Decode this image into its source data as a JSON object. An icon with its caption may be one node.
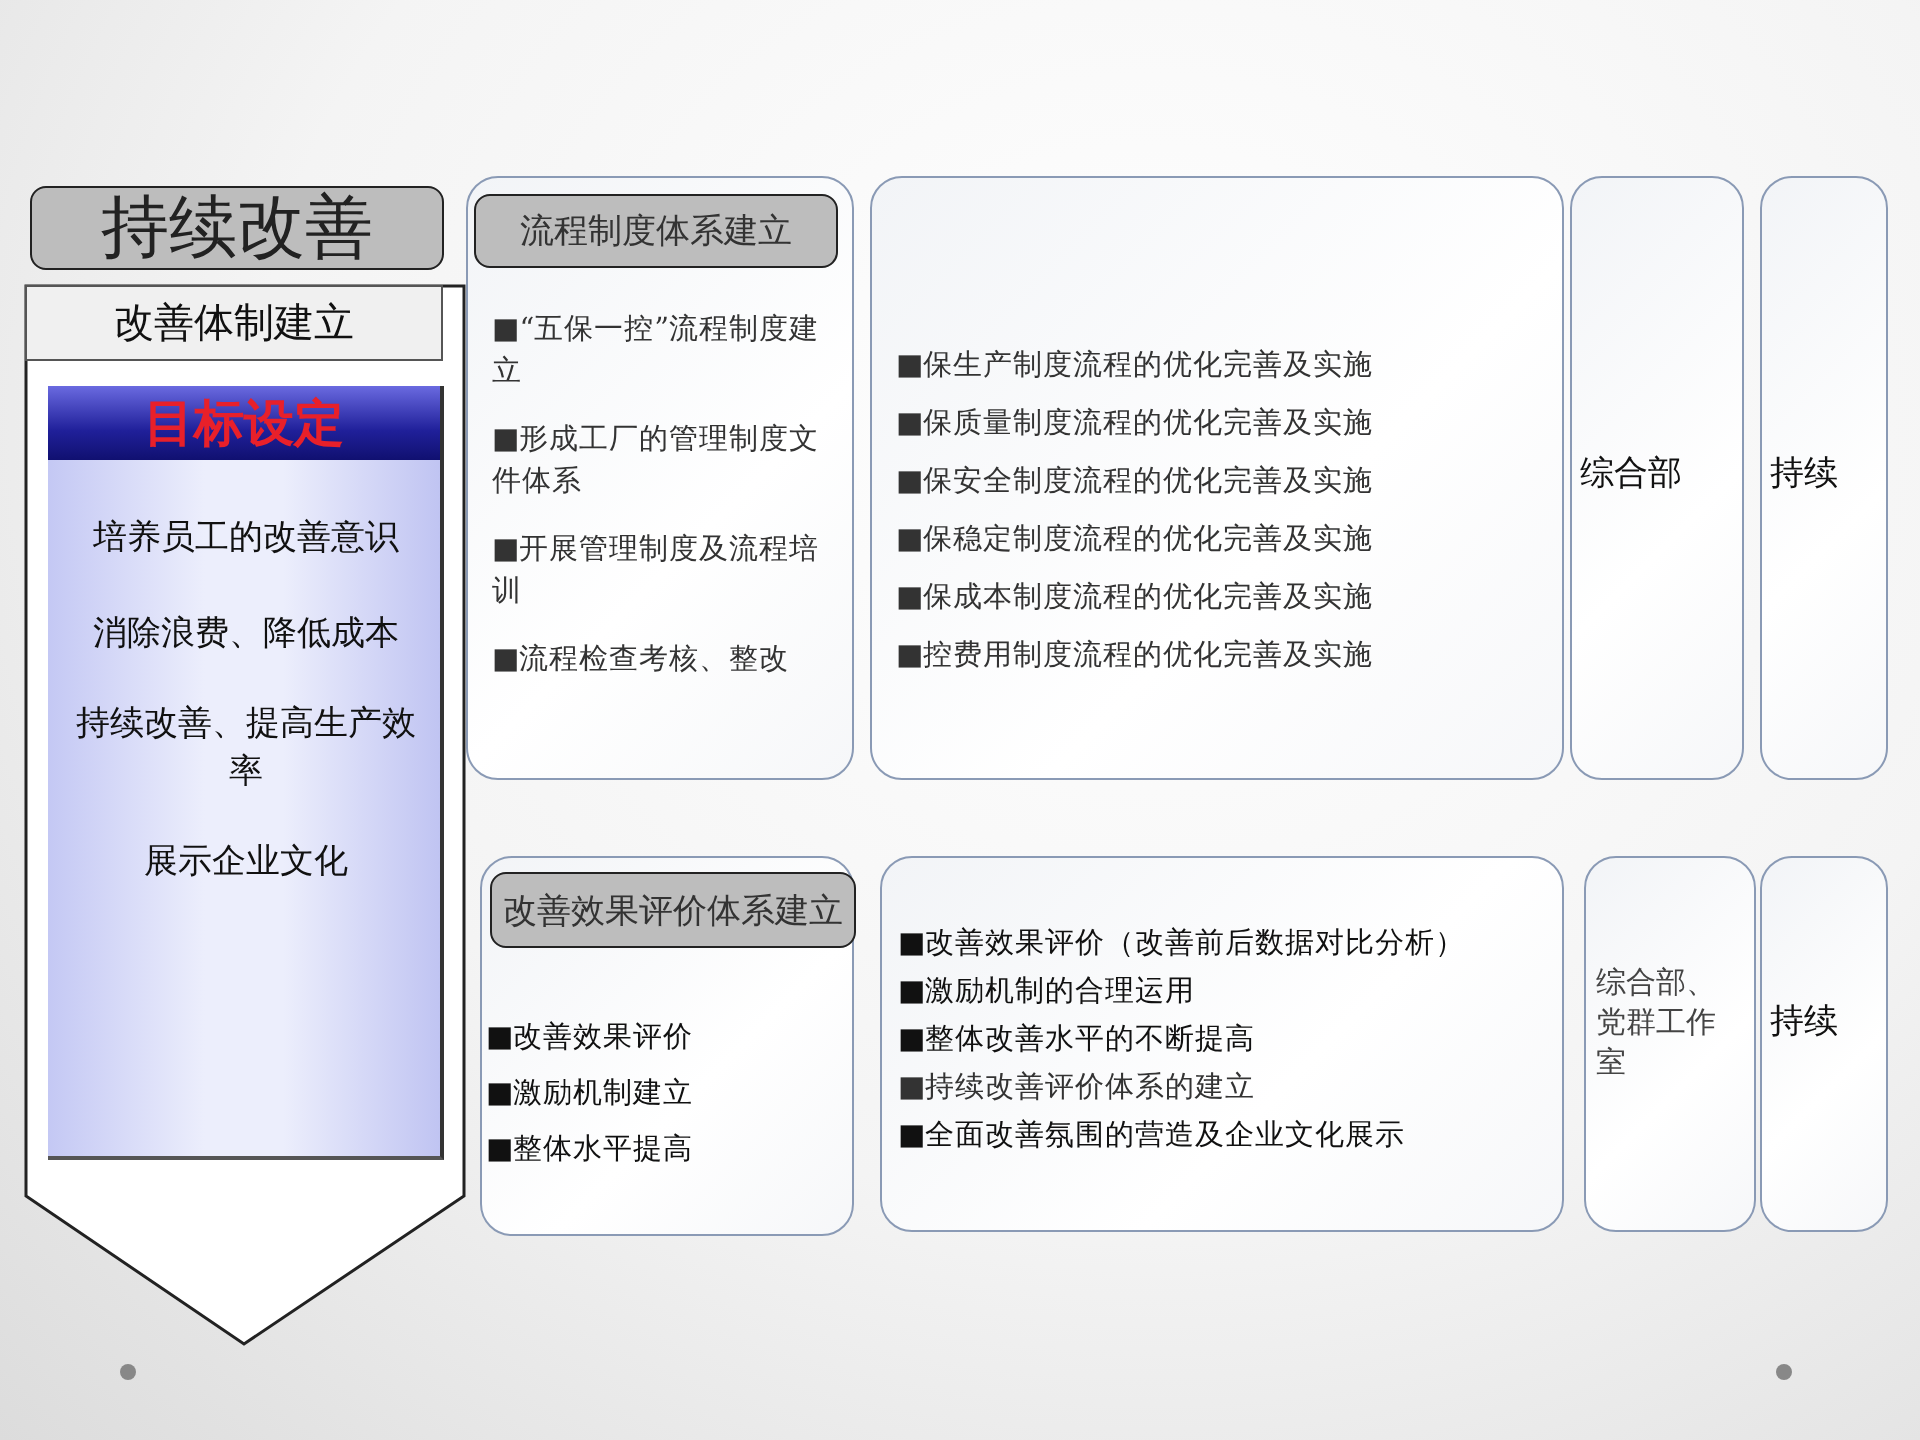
{
  "diagram": {
    "nodes": [
      {
        "text": [
          "持续改善"
        ]
      },
      {
        "text": [
          "改善体制建立"
        ]
      },
      {
        "text": [
          "目标设定",
          "培养员工的改善意识",
          "消除浪费、降低成本",
          "持续改善、提高生产效率",
          "展示企业文化"
        ],
        "in": 1
      },
      {
        "text": [
          "■“五保一控”流程制度建立",
          "■形成工厂的管理制度文件体系",
          "■开展管理制度及流程培训",
          "■流程检查考核、整改"
        ]
      },
      {
        "text": [
          "流程制度体系建立"
        ],
        "in": 3
      },
      {
        "text": [
          "■保生产制度流程的优化完善及实施",
          "■保质量制度流程的优化完善及实施",
          "■保安全制度流程的优化完善及实施",
          "■保稳定制度流程的优化完善及实施",
          "■保成本制度流程的优化完善及实施",
          "■控费用制度流程的优化完善及实施"
        ]
      },
      {
        "text": [
          "综合部"
        ]
      },
      {
        "text": [
          "持续"
        ]
      },
      {
        "text": [
          "■改善效果评价",
          "■激励机制建立",
          "■整体水平提高"
        ]
      },
      {
        "text": [
          "改善效果评价体系建立"
        ],
        "in": 8
      },
      {
        "text": [
          "■改善效果评价（改善前后数据对比分析）",
          "■激励机制的合理运用",
          "■整体改善水平的不断提高",
          "■持续改善评价体系的建立",
          "■全面改善氛围的营造及企业文化展示"
        ]
      },
      {
        "text": [
          "综合部、党群工作室"
        ]
      },
      {
        "text": [
          "持续"
        ]
      }
    ]
  }
}
